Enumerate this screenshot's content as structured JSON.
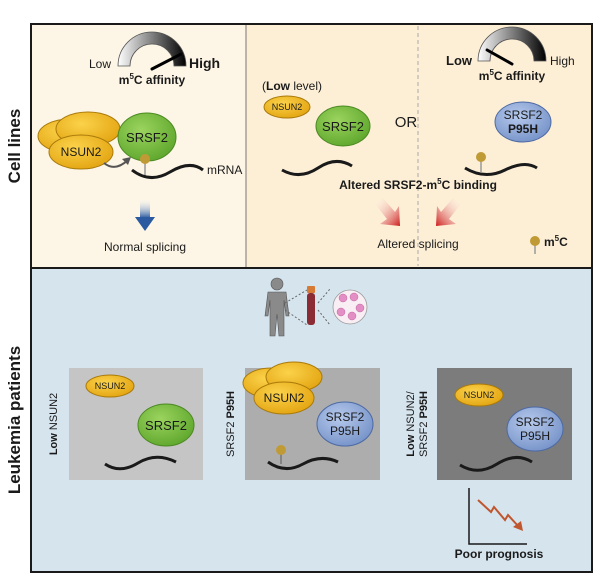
{
  "rows": {
    "top_label": "Cell lines",
    "bottom_label": "Leukemia patients"
  },
  "cell_lines": {
    "normal": {
      "gauge": {
        "low": "Low",
        "high": "High",
        "caption_m": "m",
        "caption_sup": "5",
        "caption_rest": "C affinity",
        "level": 0.85
      },
      "nsun2": "NSUN2",
      "srsf2": "SRSF2",
      "mrna": "mRNA",
      "outcome": "Normal splicing"
    },
    "altered": {
      "low_level_open": "(",
      "low_level_bold": "Low",
      "low_level_rest": " level)",
      "nsun2": "NSUN2",
      "srsf2": "SRSF2",
      "or": "OR",
      "gauge": {
        "low": "Low",
        "high": "High",
        "caption_m": "m",
        "caption_sup": "5",
        "caption_rest": "C affinity",
        "level": 0.15
      },
      "mutant_line1": "SRSF2",
      "mutant_line2": "P95H",
      "binding_pre": "Altered SRSF2-m",
      "binding_sup": "5",
      "binding_post": "C binding",
      "outcome": "Altered splicing",
      "legend_m": "m",
      "legend_sup": "5",
      "legend_c": "C"
    }
  },
  "patients": {
    "cases": [
      {
        "label_bold": "Low",
        "label_rest": " NSUN2",
        "nsun2": "NSUN2",
        "srsf2_line1": "SRSF2",
        "srsf2_line2": ""
      },
      {
        "label_plain": "SRSF2 ",
        "label_bold": "P95H",
        "nsun2": "NSUN2",
        "srsf2_line1": "SRSF2",
        "srsf2_line2": "P95H"
      },
      {
        "label_bold": "Low",
        "label_rest": " NSUN2/",
        "label2_plain": "SRSF2 ",
        "label2_bold": "P95H",
        "nsun2": "NSUN2",
        "srsf2_line1": "SRSF2",
        "srsf2_line2": "P95H"
      }
    ],
    "prognosis": "Poor prognosis"
  },
  "colors": {
    "nsun2_fill": "#f2b91a",
    "srsf2_fill": "#7cc043",
    "mutant_fill": "#8fa9d8",
    "m5c_pin": "#c09a35",
    "top_bg_left": "#fdf6e6",
    "top_bg_right": "#fdefd6",
    "bottom_bg": "#d6e4ee",
    "box1": "#c5c5c5",
    "box2": "#adadad",
    "box3": "#7c7c7c",
    "red_arrow": "#cc1a1a",
    "blue_arrow": "#2b5aa0"
  }
}
